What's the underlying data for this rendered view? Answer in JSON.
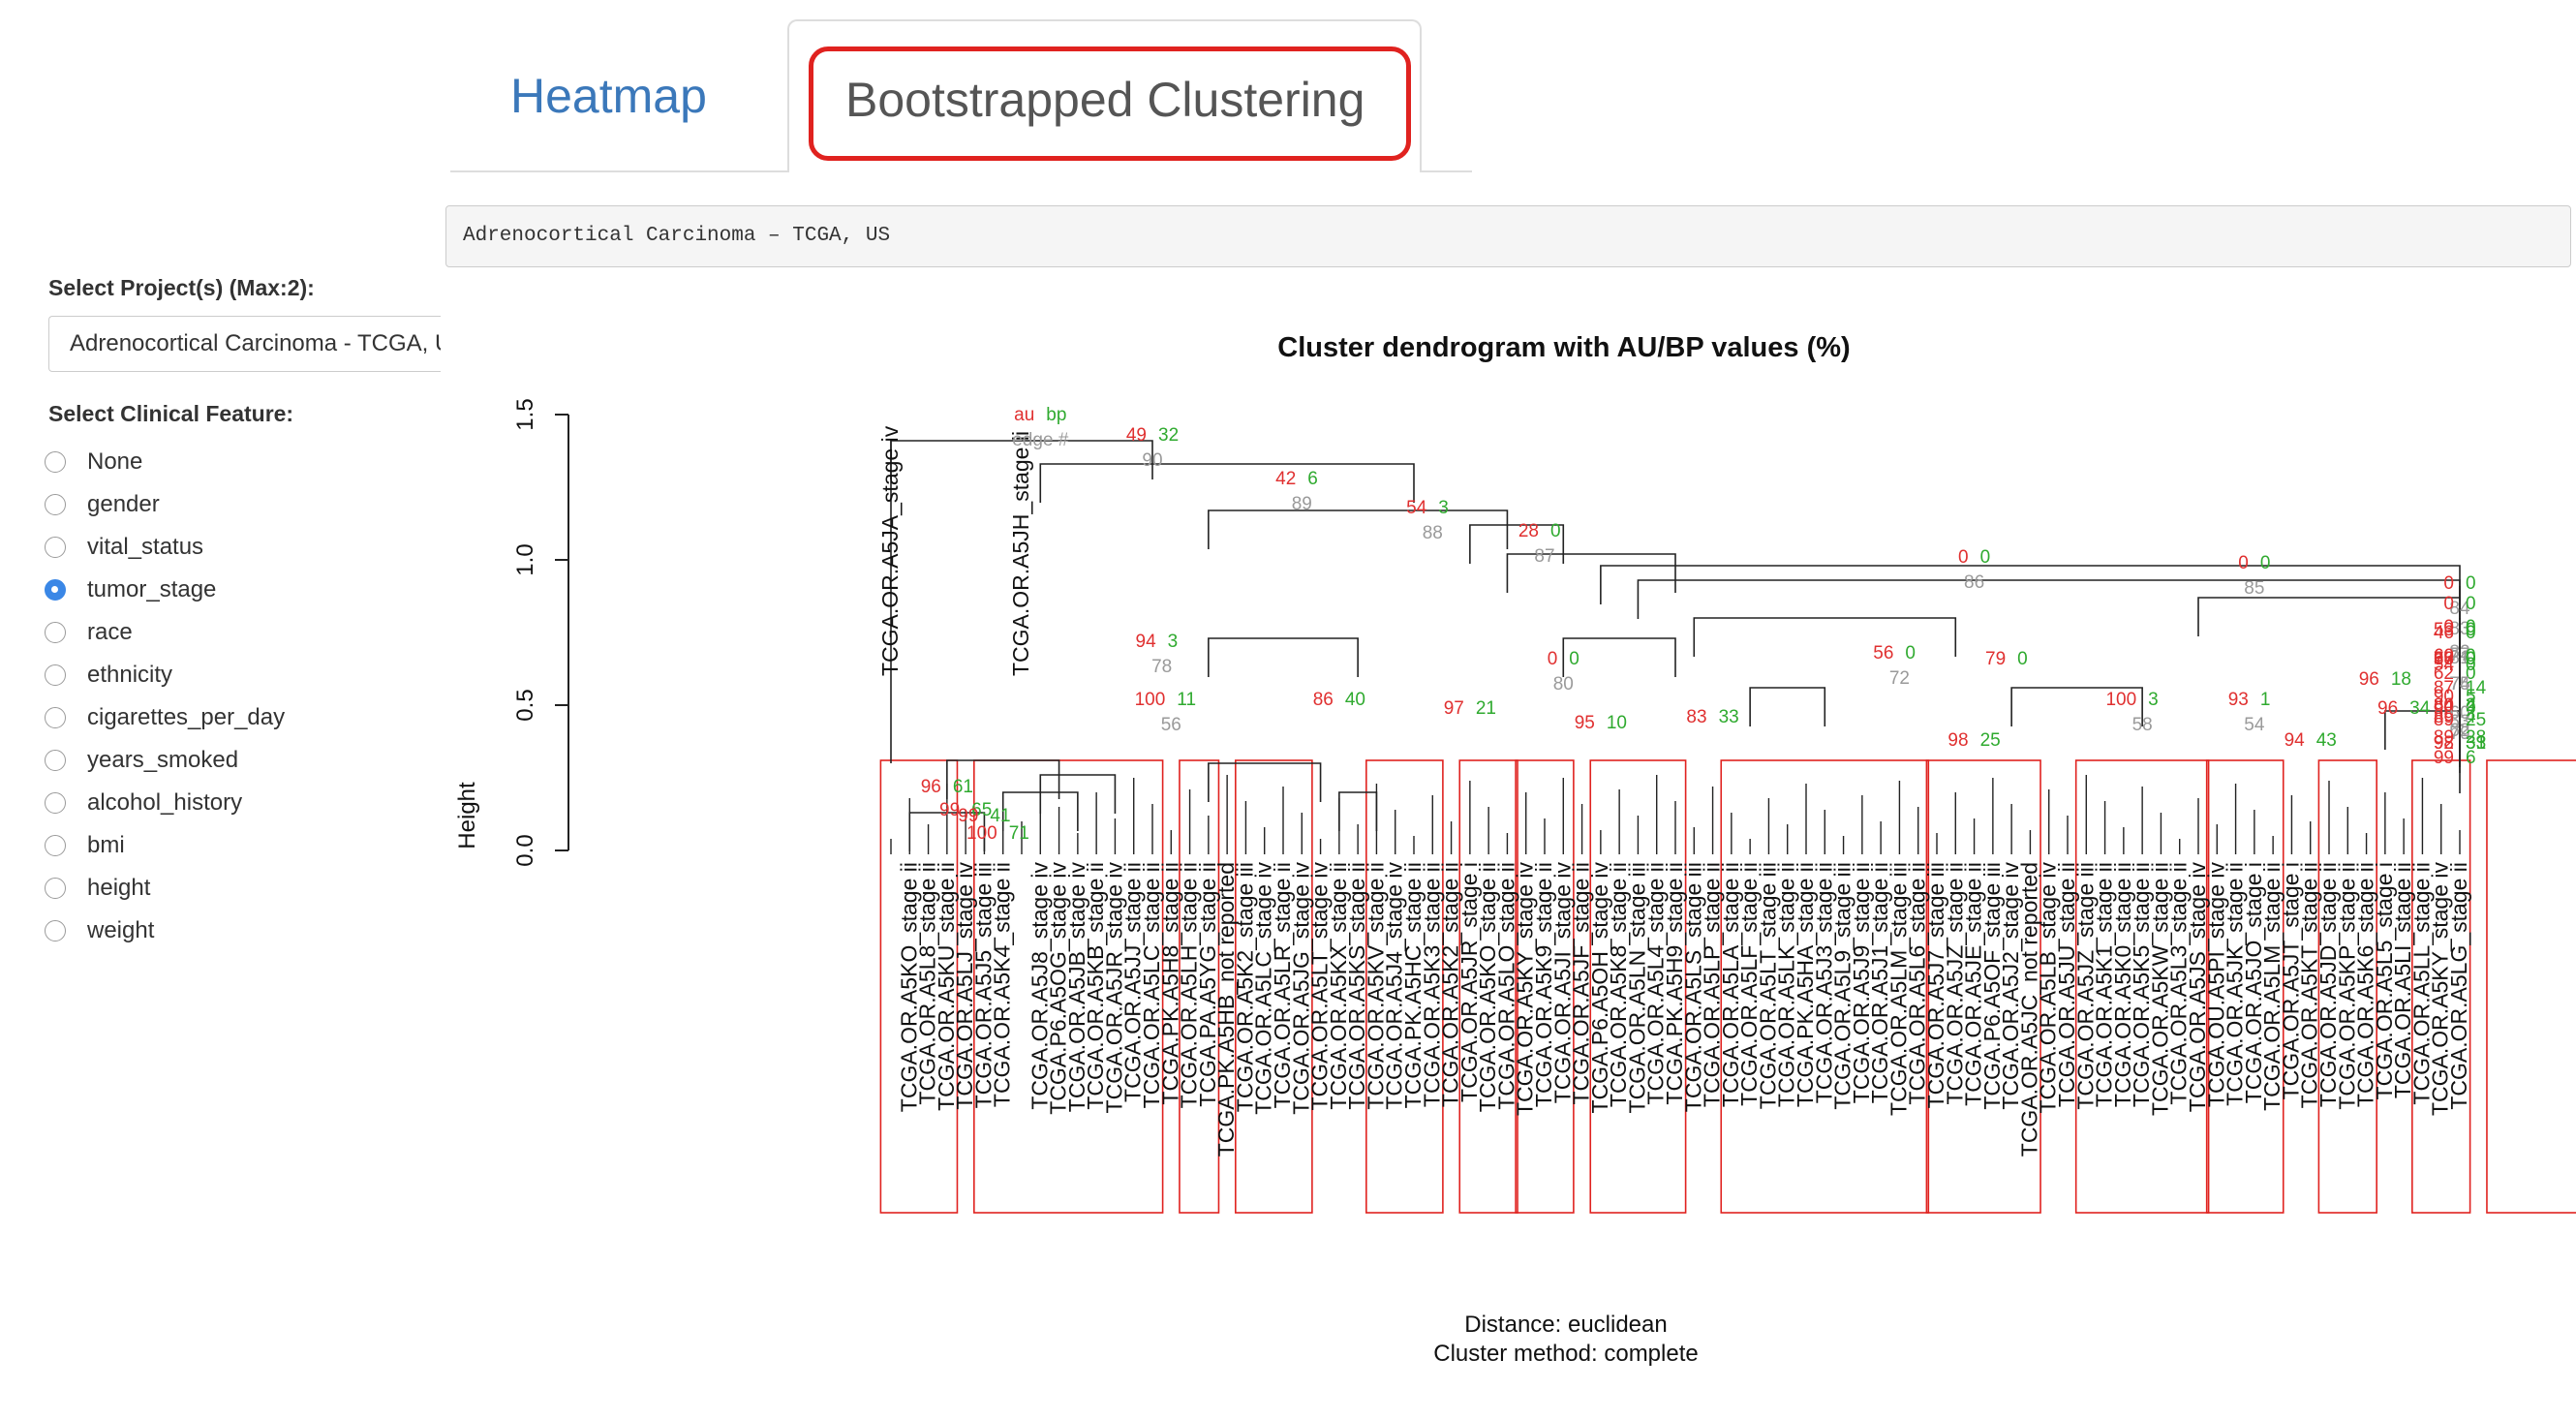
{
  "sidebar": {
    "project_label": "Select Project(s) (Max:2):",
    "project_value": "Adrenocortical Carcinoma - TCGA, US",
    "feature_label": "Select Clinical Feature:",
    "features": [
      "None",
      "gender",
      "vital_status",
      "tumor_stage",
      "race",
      "ethnicity",
      "cigarettes_per_day",
      "years_smoked",
      "alcohol_history",
      "bmi",
      "height",
      "weight"
    ],
    "selected_feature": "tumor_stage"
  },
  "tabs": [
    {
      "label": "Heatmap",
      "active": false
    },
    {
      "label": "Bootstrapped Clustering",
      "active": true
    }
  ],
  "info_text": "Adrenocortical Carcinoma – TCGA, US",
  "colors": {
    "au": "#e03030",
    "bp": "#2faa2f",
    "edge": "#9a9a9a",
    "highlight": "#e0221f",
    "tab_link": "#3b78ba"
  },
  "chart_data": {
    "type": "dendrogram",
    "title": "Cluster dendrogram with AU/BP values (%)",
    "ylabel": "Height",
    "ylim": [
      0,
      1.5
    ],
    "yticks": [
      "0.0",
      "0.5",
      "1.0",
      "1.5"
    ],
    "legend": {
      "au": "au",
      "bp": "bp",
      "edge": "edge #"
    },
    "footer": [
      "Distance:  euclidean",
      "Cluster method: complete"
    ],
    "leaves": [
      "TCGA.OR.A5JA_stage iv",
      "TCGA.OR.A5KO_stage ii",
      "TCGA.OR.A5L8_stage ii",
      "TCGA.OR.A5KU_stage ii",
      "TCGA.OR.A5LJ_stage iv",
      "TCGA.OR.A5J5_stage iii",
      "TCGA.OR.A5K4_stage ii",
      "TCGA.OR.A5JH_stage ii",
      "TCGA.OR.A5J8_stage iv",
      "TCGA.P6.A5OG_stage iv",
      "TCGA.OR.A5JB_stage iv",
      "TCGA.OR.A5KB_stage ii",
      "TCGA.OR.A5JR_stage iv",
      "TCGA.OR.A5JJ_stage ii",
      "TCGA.OR.A5LC_stage ii",
      "TCGA.PK.A5H8_stage ii",
      "TCGA.OR.A5LH_stage ii",
      "TCGA.PA.A5YG_stage ii",
      "TCGA.PK.A5HB_not reported",
      "TCGA.OR.A5K2_stage iii",
      "TCGA.OR.A5LC_stage iv",
      "TCGA.OR.A5LR_stage ii",
      "TCGA.OR.A5JG_stage iv",
      "TCGA.OR.A5LT_stage iv",
      "TCGA.OR.A5KX_stage ii",
      "TCGA.OR.A5KS_stage ii",
      "TCGA.OR.A5KV_stage ii",
      "TCGA.OR.A5J4_stage iv",
      "TCGA.PK.A5HC_stage ii",
      "TCGA.OR.A5K3_stage ii",
      "TCGA.OR.A5K2_stage ii",
      "TCGA.OR.A5JR_stage i",
      "TCGA.OR.A5KO_stage ii",
      "TCGA.OR.A5LO_stage ii",
      "TCGA.OR.A5KY_stage iv",
      "TCGA.OR.A5K9_stage ii",
      "TCGA.OR.A5JI_stage iv",
      "TCGA.OR.A5JF_stage ii",
      "TCGA.P6.A5OH_stage iv",
      "TCGA.OR.A5K8_stage ii",
      "TCGA.OR.A5LN_stage iii",
      "TCGA.OR.A5L4_stage ii",
      "TCGA.PK.A5H9_stage ii",
      "TCGA.OR.A5LS_stage iii",
      "TCGA.OR.A5LP_stage ii",
      "TCGA.OR.A5LA_stage ii",
      "TCGA.OR.A5LF_stage ii",
      "TCGA.OR.A5LT_stage iii",
      "TCGA.OR.A5LK_stage ii",
      "TCGA.PK.A5HA_stage ii",
      "TCGA.OR.A5J3_stage ii",
      "TCGA.OR.A5L9_stage iii",
      "TCGA.OR.A5J9_stage ii",
      "TCGA.OR.A5J1_stage ii",
      "TCGA.OR.A5LM_stage iii",
      "TCGA.OR.A5L6_stage ii",
      "TCGA.OR.A5J7_stage iii",
      "TCGA.OR.A5JZ_stage ii",
      "TCGA.OR.A5JE_stage ii",
      "TCGA.P6.A5OF_stage iii",
      "TCGA.OR.A5J2_stage iv",
      "TCGA.OR.A5JC_not reported",
      "TCGA.OR.A5LB_stage iv",
      "TCGA.OR.A5JU_stage ii",
      "TCGA.OR.A5JZ_stage iii",
      "TCGA.OR.A5K1_stage ii",
      "TCGA.OR.A5K0_stage ii",
      "TCGA.OR.A5K5_stage ii",
      "TCGA.OR.A5KW_stage ii",
      "TCGA.OR.A5L3_stage ii",
      "TCGA.OR.A5JS_stage iv",
      "TCGA.OU.A5PI_stage iv",
      "TCGA.OR.A5JK_stage ii",
      "TCGA.OR.A5JO_stage i",
      "TCGA.OR.A5LM_stage ii",
      "TCGA.OR.A5JT_stage i",
      "TCGA.OR.A5KT_stage ii",
      "TCGA.OR.A5JD_stage ii",
      "TCGA.OR.A5KP_stage ii",
      "TCGA.OR.A5K6_stage ii",
      "TCGA.OR.A5L5_stage i",
      "TCGA.OR.A5LI_stage ii",
      "TCGA.OR.A5LL_stage ii",
      "TCGA.OR.A5KY_stage iv",
      "TCGA.OR.A5LG_stage ii"
    ],
    "branches": [
      {
        "x1": 0,
        "x2": 14,
        "h": 1.41
      },
      {
        "x1": 3,
        "x2": 9,
        "h": 0.31
      },
      {
        "x1": 8,
        "x2": 12,
        "h": 0.26
      },
      {
        "x1": 6,
        "x2": 10,
        "h": 0.2
      },
      {
        "x1": 1,
        "x2": 5,
        "h": 0.13
      },
      {
        "x1": 8,
        "x2": 28,
        "h": 1.33
      },
      {
        "x1": 17,
        "x2": 33,
        "h": 1.17
      },
      {
        "x1": 31,
        "x2": 36,
        "h": 1.12
      },
      {
        "x1": 33,
        "x2": 42,
        "h": 1.02
      },
      {
        "x1": 17,
        "x2": 25,
        "h": 0.73
      },
      {
        "x1": 17,
        "x2": 23,
        "h": 0.3
      },
      {
        "x1": 24,
        "x2": 26,
        "h": 0.2
      },
      {
        "x1": 36,
        "x2": 42,
        "h": 0.73
      },
      {
        "x1": 38,
        "x2": 90,
        "h": 0.98
      },
      {
        "x1": 40,
        "x2": 118,
        "h": 0.93
      },
      {
        "x1": 43,
        "x2": 57,
        "h": 0.8
      },
      {
        "x1": 46,
        "x2": 50,
        "h": 0.56
      },
      {
        "x1": 60,
        "x2": 67,
        "h": 0.56
      },
      {
        "x1": 70,
        "x2": 106,
        "h": 0.87
      },
      {
        "x1": 80,
        "x2": 94,
        "h": 0.48
      },
      {
        "x1": 84,
        "x2": 88,
        "h": 0.44
      },
      {
        "x1": 98,
        "x2": 116,
        "h": 0.7
      },
      {
        "x1": 99,
        "x2": 103,
        "h": 0.5
      },
      {
        "x1": 92,
        "x2": 109,
        "h": 0.8
      },
      {
        "x1": 109,
        "x2": 124,
        "h": 0.67
      },
      {
        "x1": 120,
        "x2": 141,
        "h": 0.8
      },
      {
        "x1": 138,
        "x2": 148,
        "h": 0.56
      },
      {
        "x1": 153,
        "x2": 157,
        "h": 0.5
      },
      {
        "x1": 144,
        "x2": 158,
        "h": 0.42
      },
      {
        "x1": 155,
        "x2": 163,
        "h": 0.7
      },
      {
        "x1": 172,
        "x2": 178,
        "h": 0.56
      },
      {
        "x1": 179,
        "x2": 185,
        "h": 0.47
      },
      {
        "x1": 171,
        "x2": 184,
        "h": 0.33
      },
      {
        "x1": 176,
        "x2": 183,
        "h": 0.72
      },
      {
        "x1": 193,
        "x2": 202,
        "h": 0.52
      },
      {
        "x1": 196,
        "x2": 202,
        "h": 0.4
      },
      {
        "x1": 190,
        "x2": 202,
        "h": 0.78
      },
      {
        "x1": 211,
        "x2": 217,
        "h": 0.63
      },
      {
        "x1": 223,
        "x2": 230,
        "h": 0.62
      },
      {
        "x1": 235,
        "x2": 243,
        "h": 0.52
      },
      {
        "x1": 237,
        "x2": 243,
        "h": 0.57
      },
      {
        "x1": 229,
        "x2": 244,
        "h": 0.6
      },
      {
        "x1": 217,
        "x2": 247,
        "h": 0.79
      },
      {
        "x1": 205,
        "x2": 248,
        "h": 0.91
      },
      {
        "x1": 226,
        "x2": 246,
        "h": 0.71
      },
      {
        "x1": 216,
        "x2": 247,
        "h": 0.69
      },
      {
        "x1": 243,
        "x2": 250,
        "h": 0.79
      }
    ],
    "boxes": [
      [
        0,
        3
      ],
      [
        5,
        14
      ],
      [
        16,
        17
      ],
      [
        19,
        22
      ],
      [
        26,
        29
      ],
      [
        31,
        33
      ],
      [
        34,
        36
      ],
      [
        38,
        42
      ],
      [
        45,
        55
      ],
      [
        56,
        61
      ],
      [
        64,
        70
      ],
      [
        71,
        74
      ],
      [
        77,
        79
      ],
      [
        82,
        84
      ],
      [
        86,
        95
      ],
      [
        98,
        102
      ],
      [
        105,
        107
      ],
      [
        110,
        117
      ]
    ],
    "labels": [
      {
        "id": 0,
        "au": "au",
        "bp": "bp",
        "edge": "edge #"
      },
      {
        "id": 1,
        "au": 49,
        "bp": 32,
        "edge": 90
      },
      {
        "id": 2,
        "au": 42,
        "bp": 6,
        "edge": 89
      },
      {
        "id": 3,
        "au": 54,
        "bp": 3,
        "edge": 88
      },
      {
        "id": 4,
        "au": 28,
        "bp": 0,
        "edge": 87
      },
      {
        "id": 5,
        "au": 0,
        "bp": 0,
        "edge": 86
      },
      {
        "id": 6,
        "au": 0,
        "bp": 0,
        "edge": 85
      },
      {
        "id": 7,
        "au": 0,
        "bp": 0,
        "edge": 84
      },
      {
        "id": 8,
        "au": 0,
        "bp": 0,
        "edge": 83
      },
      {
        "id": 9,
        "au": 53,
        "bp": 0,
        "edge": 77
      },
      {
        "id": 10,
        "au": 0,
        "bp": 0,
        "edge": 82
      },
      {
        "id": 11,
        "au": 46,
        "bp": 0,
        "edge": 81
      },
      {
        "id": 12,
        "au": 94,
        "bp": 3,
        "edge": 78
      },
      {
        "id": 13,
        "au": 100,
        "bp": 11,
        "edge": 56
      },
      {
        "id": 14,
        "au": 96,
        "bp": 61,
        "edge": ""
      },
      {
        "id": 15,
        "au": 99,
        "bp": 65,
        "edge": ""
      },
      {
        "id": 16,
        "au": 99,
        "bp": 41,
        "edge": ""
      },
      {
        "id": 17,
        "au": 100,
        "bp": 71,
        "edge": ""
      },
      {
        "id": 18,
        "au": 0,
        "bp": 0,
        "edge": 80
      },
      {
        "id": 19,
        "au": 56,
        "bp": 0,
        "edge": 72
      },
      {
        "id": 20,
        "au": 79,
        "bp": 0,
        "edge": ""
      },
      {
        "id": 21,
        "au": 100,
        "bp": 3,
        "edge": 58
      },
      {
        "id": 22,
        "au": 93,
        "bp": 1,
        "edge": 54
      },
      {
        "id": 23,
        "au": 96,
        "bp": 18,
        "edge": ""
      },
      {
        "id": 24,
        "au": 96,
        "bp": 34,
        "edge": ""
      },
      {
        "id": 25,
        "au": 60,
        "bp": 0,
        "edge": ""
      },
      {
        "id": 26,
        "au": 57,
        "bp": 0,
        "edge": ""
      },
      {
        "id": 27,
        "au": 54,
        "bp": 0,
        "edge": ""
      },
      {
        "id": 28,
        "au": 62,
        "bp": 0,
        "edge": ""
      },
      {
        "id": 29,
        "au": 36,
        "bp": 0,
        "edge": 75
      },
      {
        "id": 30,
        "au": 89,
        "bp": 4,
        "edge": ""
      },
      {
        "id": 31,
        "au": 90,
        "bp": 0,
        "edge": 79
      },
      {
        "id": 32,
        "au": 68,
        "bp": 0,
        "edge": ""
      },
      {
        "id": 33,
        "au": 84,
        "bp": 4,
        "edge": 62
      },
      {
        "id": 34,
        "au": 77,
        "bp": 0,
        "edge": 74
      },
      {
        "id": 35,
        "au": 90,
        "bp": 5,
        "edge": 63
      },
      {
        "id": 36,
        "au": 87,
        "bp": 14,
        "edge": 60
      },
      {
        "id": 37,
        "au": 86,
        "bp": 40,
        "edge": ""
      },
      {
        "id": 38,
        "au": 97,
        "bp": 21,
        "edge": ""
      },
      {
        "id": 39,
        "au": 95,
        "bp": 10,
        "edge": ""
      },
      {
        "id": 40,
        "au": 83,
        "bp": 33,
        "edge": ""
      },
      {
        "id": 41,
        "au": 98,
        "bp": 25,
        "edge": ""
      },
      {
        "id": 42,
        "au": 94,
        "bp": 43,
        "edge": ""
      },
      {
        "id": 43,
        "au": 99,
        "bp": 6,
        "edge": ""
      },
      {
        "id": 44,
        "au": 89,
        "bp": 28,
        "edge": ""
      },
      {
        "id": 45,
        "au": 98,
        "bp": 33,
        "edge": ""
      },
      {
        "id": 46,
        "au": 92,
        "bp": 31,
        "edge": ""
      },
      {
        "id": 47,
        "au": 80,
        "bp": 2,
        "edge": ""
      },
      {
        "id": 48,
        "au": 89,
        "bp": 25,
        "edge": ""
      }
    ]
  }
}
